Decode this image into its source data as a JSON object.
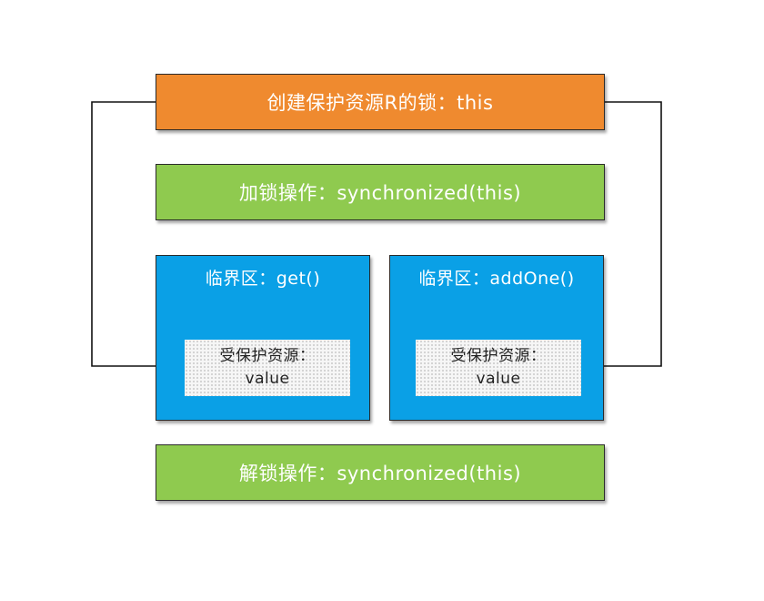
{
  "lock_creation": {
    "label": "创建保护资源R的锁：this"
  },
  "lock_operation": {
    "label": "加锁操作：synchronized(this)"
  },
  "critical_sections": [
    {
      "title": "临界区：get()",
      "resource_label": "受保护资源：",
      "resource_value": "value"
    },
    {
      "title": "临界区：addOne()",
      "resource_label": "受保护资源：",
      "resource_value": "value"
    }
  ],
  "unlock_operation": {
    "label": "解锁操作：synchronized(this)"
  },
  "colors": {
    "lock_box": "#ef8a2f",
    "operation_box": "#8fca4f",
    "critical_section_box": "#0aa0e6",
    "resource_box": "#f6f6f6"
  }
}
